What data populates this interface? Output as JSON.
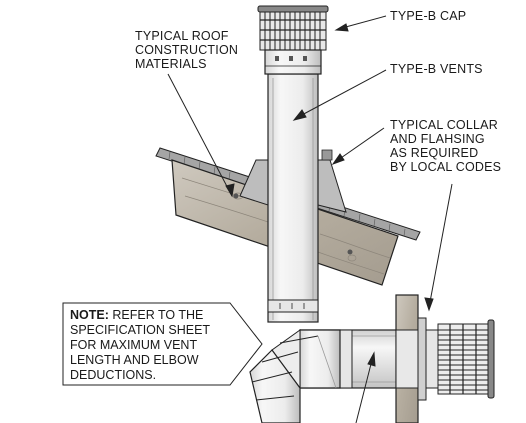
{
  "labels": {
    "roof": [
      "TYPICAL ROOF",
      "CONSTRUCTION",
      "MATERIALS"
    ],
    "cap": "TYPE-B CAP",
    "vents": "TYPE-B VENTS",
    "collar": [
      "TYPICAL COLLAR",
      "AND FLAHSING",
      "AS REQUIRED",
      "BY LOCAL CODES"
    ]
  },
  "note": {
    "prefix": "NOTE:",
    "line1": " REFER TO THE",
    "line2": "SPECIFICATION SHEET",
    "line3": "FOR MAXIMUM VENT",
    "line4": "LENGTH AND ELBOW",
    "line5": "DEDUCTIONS."
  },
  "colors": {
    "line": "#222222",
    "pipe_fill": "#f4f4f4",
    "pipe_shade": "#c9c9c9",
    "wood": "#b9b2a6",
    "wood_dark": "#8d867b",
    "shingle": "#9a9a9a"
  }
}
